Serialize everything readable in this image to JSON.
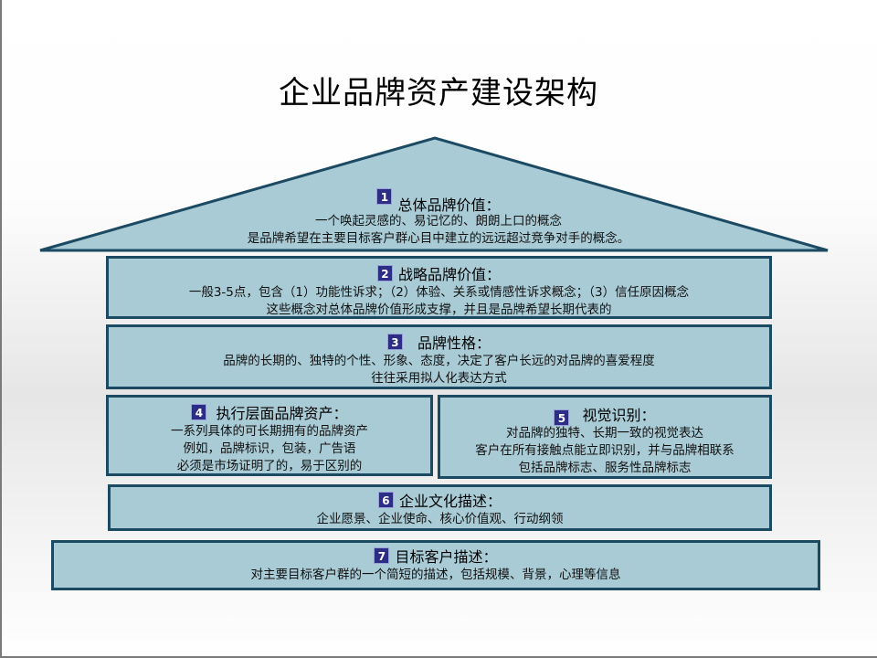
{
  "title": "企业品牌资产建设架构",
  "colors": {
    "box_fill": "#a9cbd6",
    "box_border": "#1c4a63",
    "badge": "#2b2d86"
  },
  "layers": [
    {
      "num": "1",
      "heading": "总体品牌价值：",
      "lines": [
        "一个唤起灵感的、易记忆的、朗朗上口的概念",
        "是品牌希望在主要目标客户群心目中建立的远远超过竞争对手的概念。"
      ]
    },
    {
      "num": "2",
      "heading": "战略品牌价值：",
      "lines": [
        "一般3-5点，包含（1）功能性诉求；（2）体验、关系或情感性诉求概念；（3）信任原因概念",
        "这些概念对总体品牌价值形成支撑，并且是品牌希望长期代表的"
      ]
    },
    {
      "num": "3",
      "heading": "品牌性格：",
      "lines": [
        "品牌的长期的、独特的个性、形象、态度，决定了客户长远的对品牌的喜爱程度",
        "往往采用拟人化表达方式"
      ]
    },
    {
      "num": "4",
      "heading": "执行层面品牌资产：",
      "lines": [
        "一系列具体的可长期拥有的品牌资产",
        "例如，品牌标识，包装，广告语",
        "必须是市场证明了的，易于区别的"
      ]
    },
    {
      "num": "5",
      "heading": "视觉识别：",
      "lines": [
        "对品牌的独特、长期一致的视觉表达",
        "客户在所有接触点能立即识别，并与品牌相联系",
        "包括品牌标志、服务性品牌标志"
      ]
    },
    {
      "num": "6",
      "heading": "企业文化描述：",
      "lines": [
        "企业愿景、企业使命、核心价值观、行动纲领"
      ]
    },
    {
      "num": "7",
      "heading": "目标客户描述：",
      "lines": [
        "对主要目标客户群的一个简短的描述，包括规模、背景，心理等信息"
      ]
    }
  ]
}
